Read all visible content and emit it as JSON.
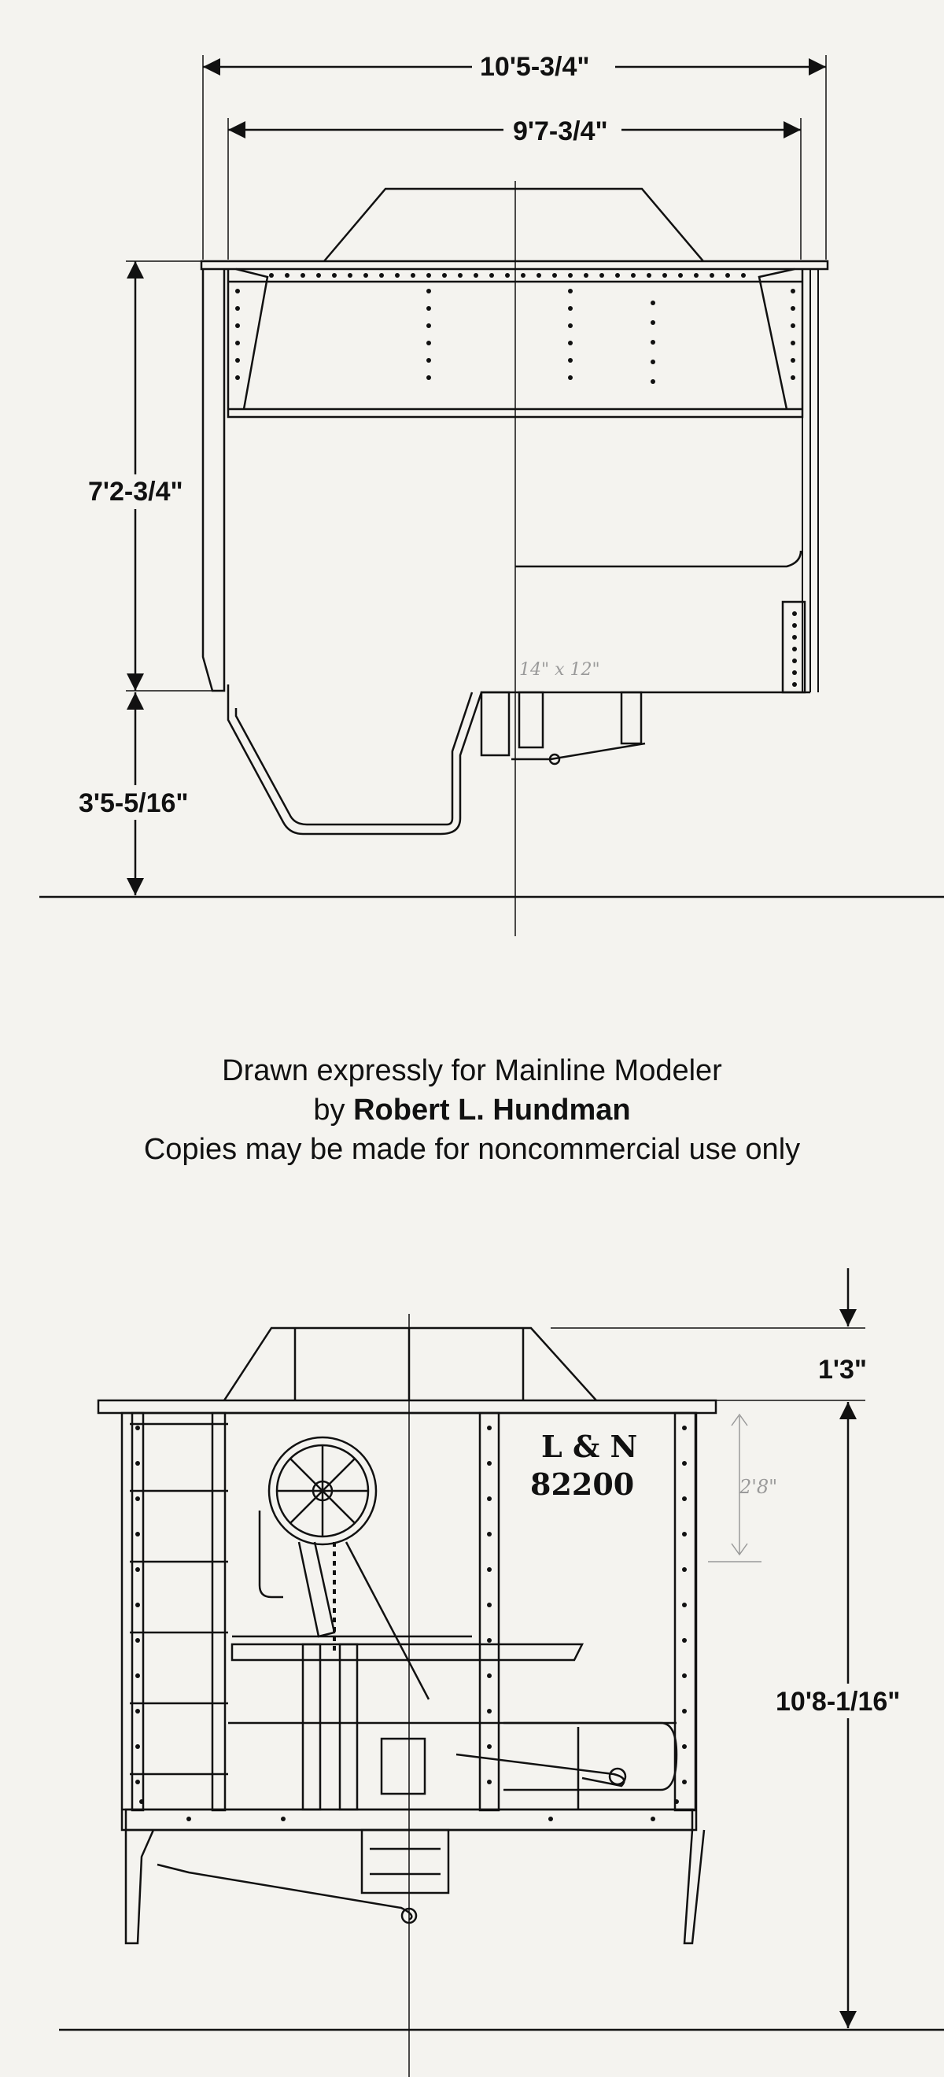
{
  "diagram": {
    "top_view": {
      "dims": {
        "overall_width": "10'5-3/4\"",
        "inner_width": "9'7-3/4\"",
        "body_height": "7'2-3/4\"",
        "lower_height": "3'5-5/16\""
      },
      "handwritten_note": "14\" x 12\""
    },
    "side_view": {
      "dims": {
        "hatch_height": "1'3\"",
        "overall_height": "10'8-1/16\""
      },
      "car_reporting_mark": "L & N",
      "car_number": "82200",
      "handwritten_note": "2'8\""
    }
  },
  "credit": {
    "line1": "Drawn expressly for Mainline Modeler",
    "line2_prefix": "by ",
    "line2_name": "Robert L. Hundman",
    "line3": "Copies may be made for noncommercial use only"
  },
  "colors": {
    "ink": "#111111",
    "paper": "#f4f3ef",
    "pencil": "#9a9a9a"
  }
}
